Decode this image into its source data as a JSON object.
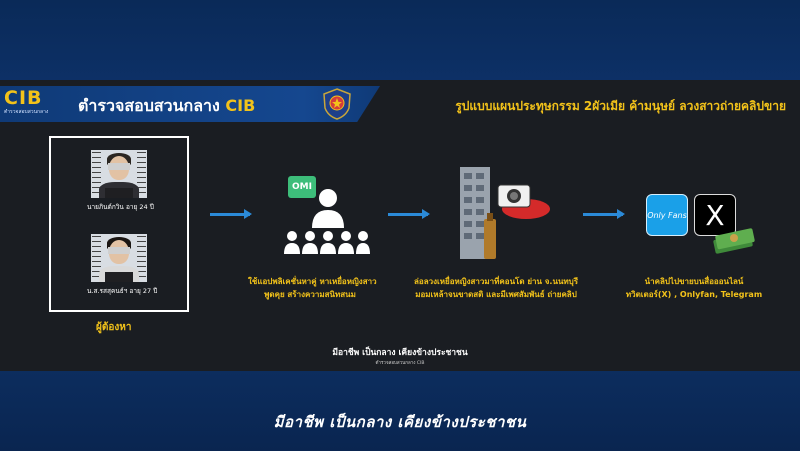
{
  "header": {
    "logo_text": "CIB",
    "logo_subtext": "ตำรวจสอบสวนกลาง",
    "title_prefix": "ตำรวจสอบสวนกลาง ",
    "title_cib": "CIB",
    "plan_title": "รูปแบบแผนประทุษกรรม 2ผัวเมีย ค้ามนุษย์ ลวงสาวถ่ายคลิปขาย"
  },
  "suspects": {
    "items": [
      {
        "caption": "นายภินต์กวิน อายุ 24 ปี",
        "scale_left": "170\n160\n150",
        "scale_right": "170\n160\n150"
      },
      {
        "caption": "น.ส.รสสุคนธ์ฯ อายุ 27 ปี",
        "scale_left": "170\n160\n150",
        "scale_right": "170\n160\n150"
      }
    ],
    "label": "ผู้ต้องหา"
  },
  "steps": [
    {
      "app_logo": "OMI",
      "line1": "ใช้แอปพลิเคชั่นหาคู่ หาเหยื่อหญิงสาว",
      "line2": "พูดคุย สร้างความสนิทสนม"
    },
    {
      "line1": "ล่อลวงเหยื่อหญิงสาวมาที่คอนโด ย่าน จ.นนทบุรี",
      "line2": "มอมเหล้าจนขาดสติ และมีเพศสัมพันธ์ ถ่ายคลิป"
    },
    {
      "app1": "Only Fans",
      "app2": "X",
      "line1": "นำคลิปไปขายบนสื่อออนไลน์",
      "line2": "ทวิตเตอร์(X) , Onlyfan, Telegram"
    }
  ],
  "tagline": "มีอาชีพ เป็นกลาง เคียงข้างประชาชน",
  "subtag": "ตำรวจสอบสวนกลาง CIB",
  "bottom_caption": "มีอาชีพ  เป็นกลาง  เคียงข้างประชาชน",
  "colors": {
    "accent_yellow": "#f2c21a",
    "band_blue": "#0b2a55",
    "slide_bg": "#1a1d22",
    "arrow_blue": "#2b8ad8"
  }
}
